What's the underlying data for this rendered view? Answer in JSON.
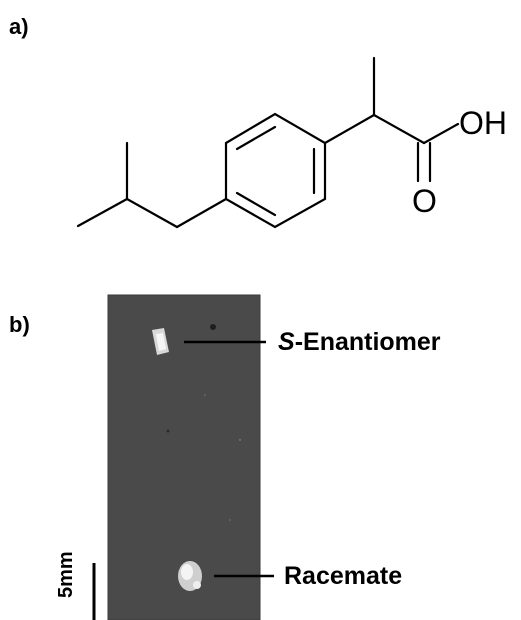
{
  "figure": {
    "panel_a": {
      "label": "a)",
      "structure": {
        "hydroxyl_label": "OH",
        "carbonyl_label": "O"
      }
    },
    "panel_b": {
      "label": "b)",
      "callouts": [
        {
          "prefix": "S",
          "text": "-Enantiomer"
        },
        {
          "text": "Racemate"
        }
      ],
      "scale_bar_label": "5mm"
    }
  },
  "colors": {
    "ink": "#000000",
    "photo_background": "#4a4a4a",
    "crystal": "#e8e8e8"
  }
}
